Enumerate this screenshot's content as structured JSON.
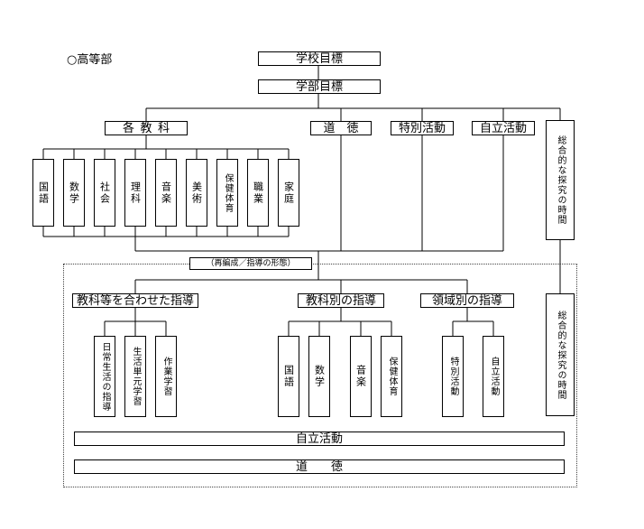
{
  "section_label": "○高等部",
  "school_goal": "学校目標",
  "dept_goal": "学部目標",
  "top": {
    "subjects_header": "各教科",
    "subjects": [
      "国語",
      "数学",
      "社会",
      "理科",
      "音楽",
      "美術",
      "保健体育",
      "職業",
      "家庭"
    ],
    "moral": "道　徳",
    "special": "特別活動",
    "independent": "自立活動",
    "inquiry": "総合的な探究の時間"
  },
  "reorg_label": "（再編成／指導の形態）",
  "bottom": {
    "combined_header": "教科等を合わせた指導",
    "combined_items": [
      "日常生活の指導",
      "生活単元学習",
      "作業学習"
    ],
    "by_subject_header": "教科別の指導",
    "by_subject_items": [
      "国語",
      "数学",
      "音楽",
      "保健体育"
    ],
    "by_area_header": "領域別の指導",
    "by_area_items": [
      "特別活動",
      "自立活動"
    ],
    "inquiry": "総合的な探究の時間",
    "independent_bar": "自立活動",
    "moral_bar": "道　　徳"
  }
}
